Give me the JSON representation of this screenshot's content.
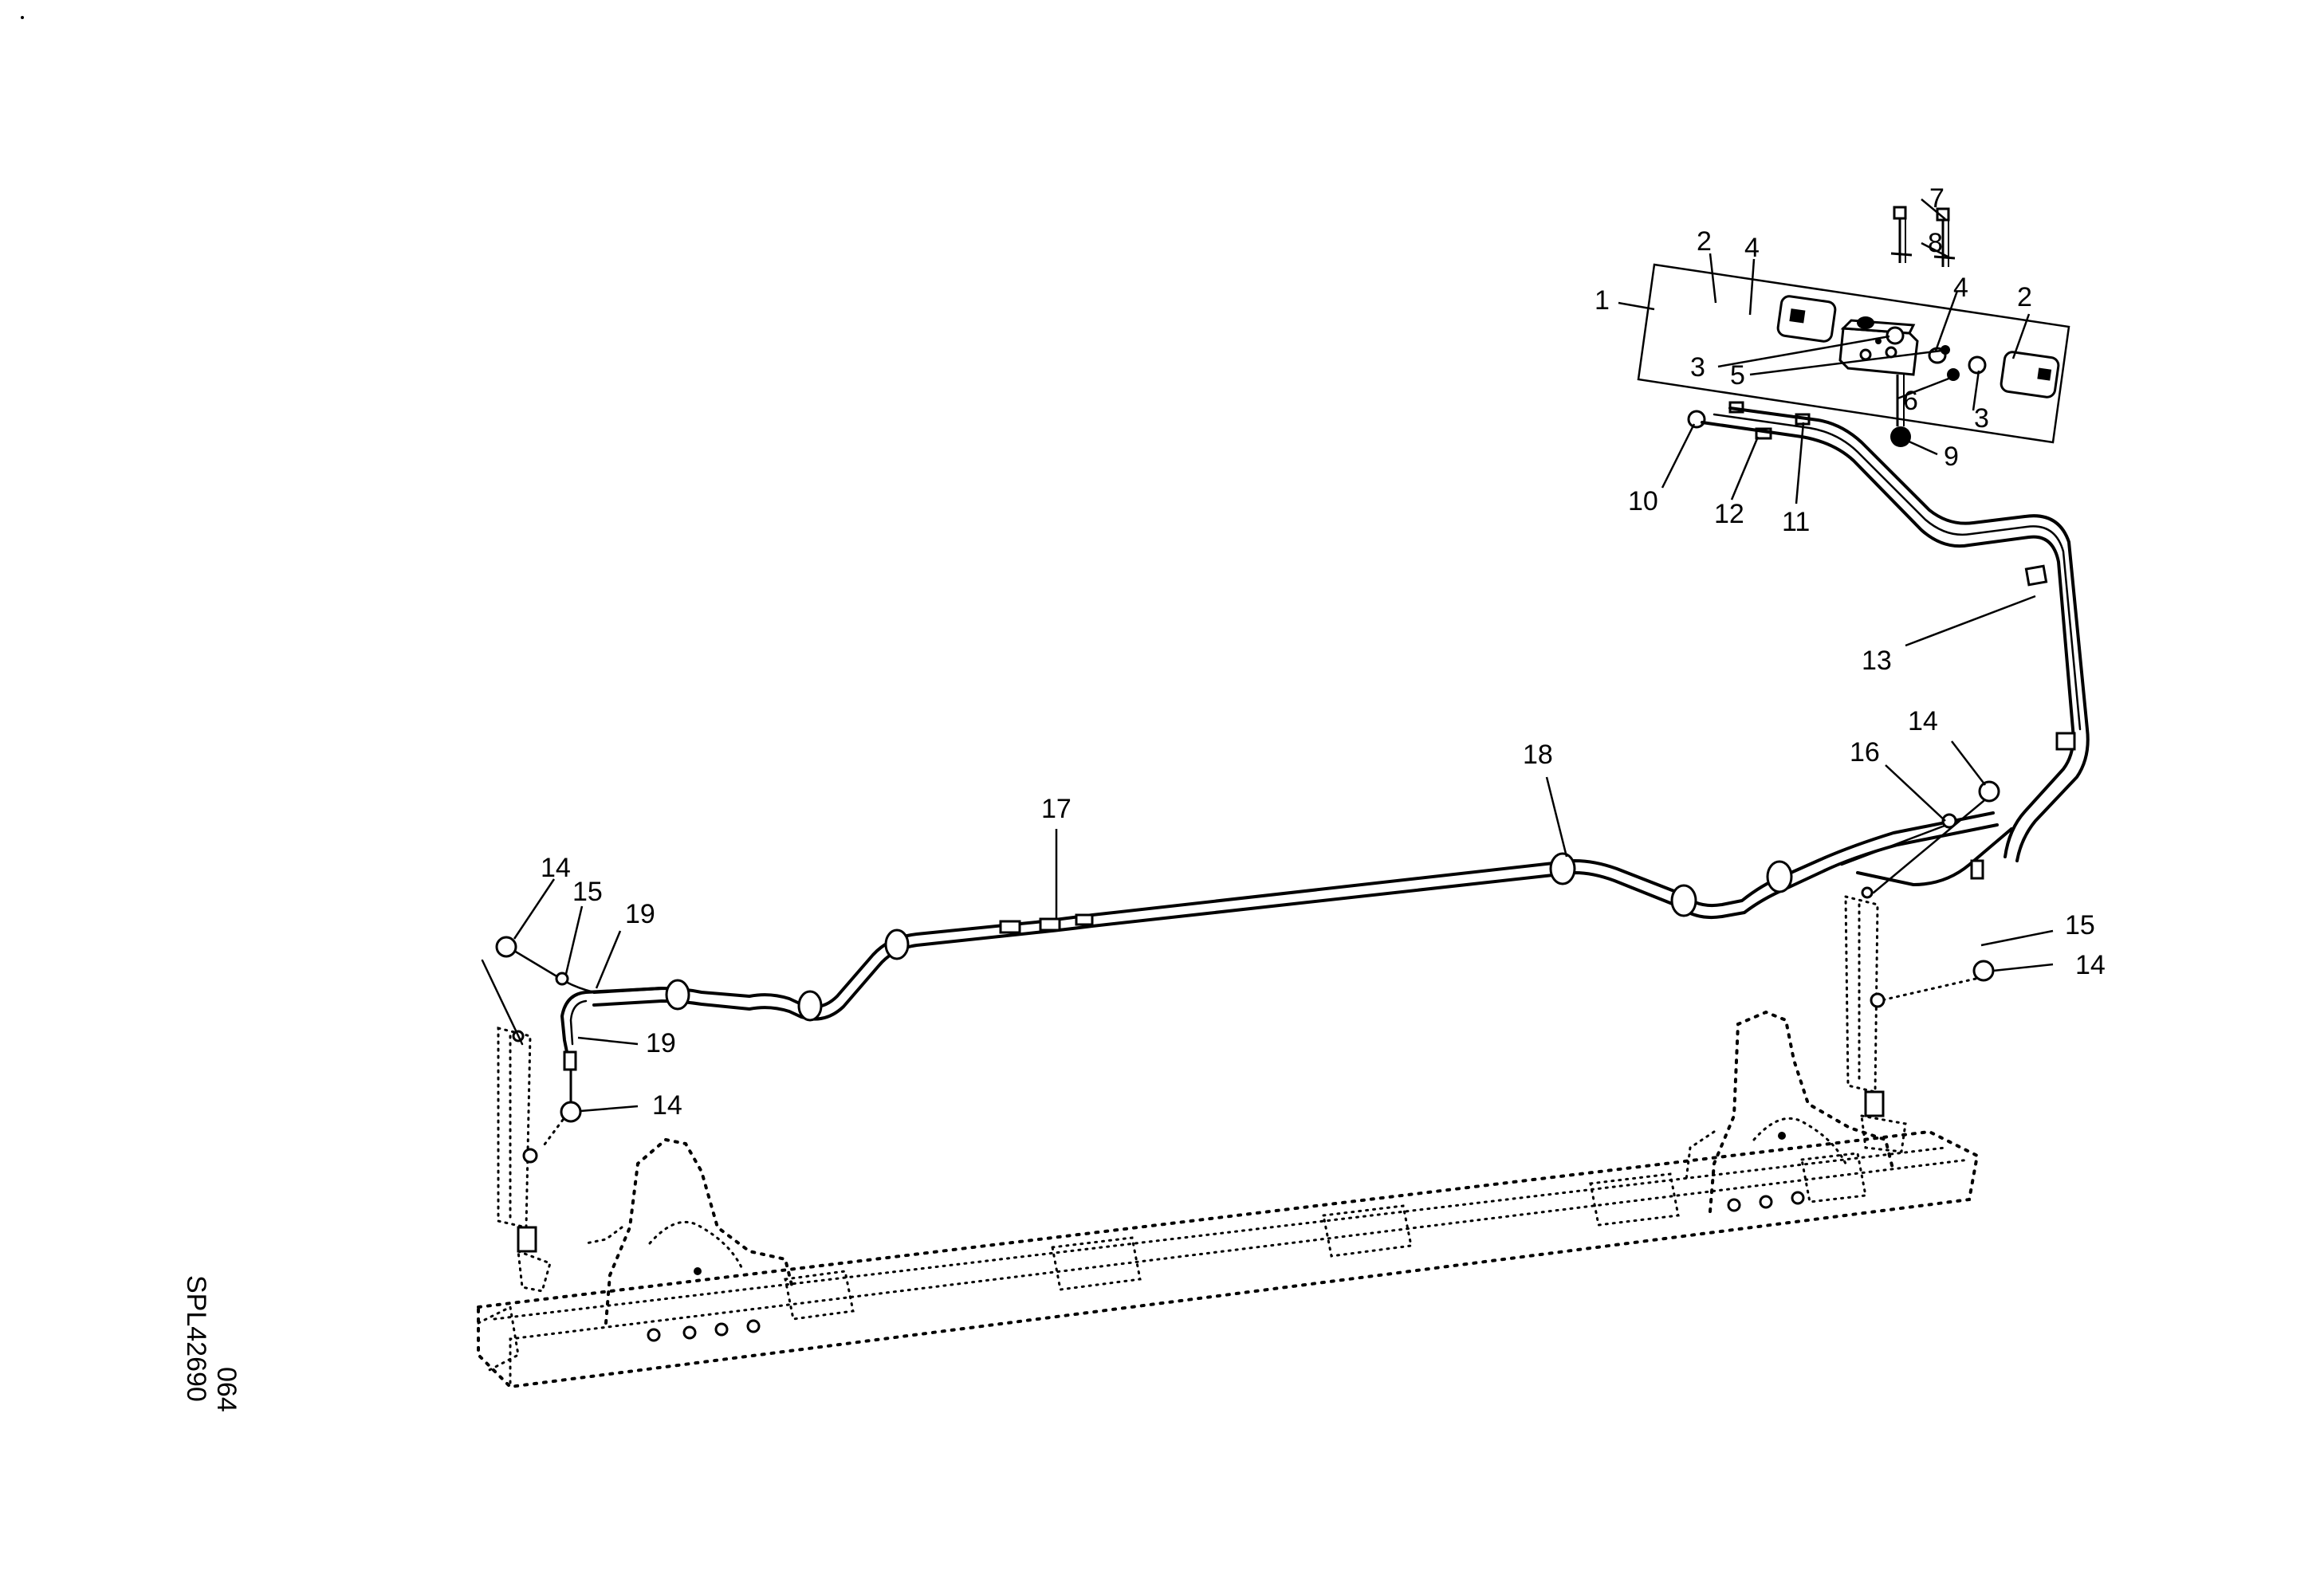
{
  "drawing": {
    "ref_code": "SPL42690",
    "sheet": "064"
  },
  "callouts": {
    "c1": "1",
    "c2a": "2",
    "c2b": "2",
    "c3a": "3",
    "c3b": "3",
    "c4a": "4",
    "c4b": "4",
    "c5": "5",
    "c6": "6",
    "c7": "7",
    "c8": "8",
    "c9": "9",
    "c10": "10",
    "c11": "11",
    "c12": "12",
    "c13": "13",
    "c14a": "14",
    "c14b": "14",
    "c14c": "14",
    "c14d": "14",
    "c15a": "15",
    "c15b": "15",
    "c16": "16",
    "c17": "17",
    "c18": "18",
    "c19a": "19",
    "c19b": "19"
  }
}
